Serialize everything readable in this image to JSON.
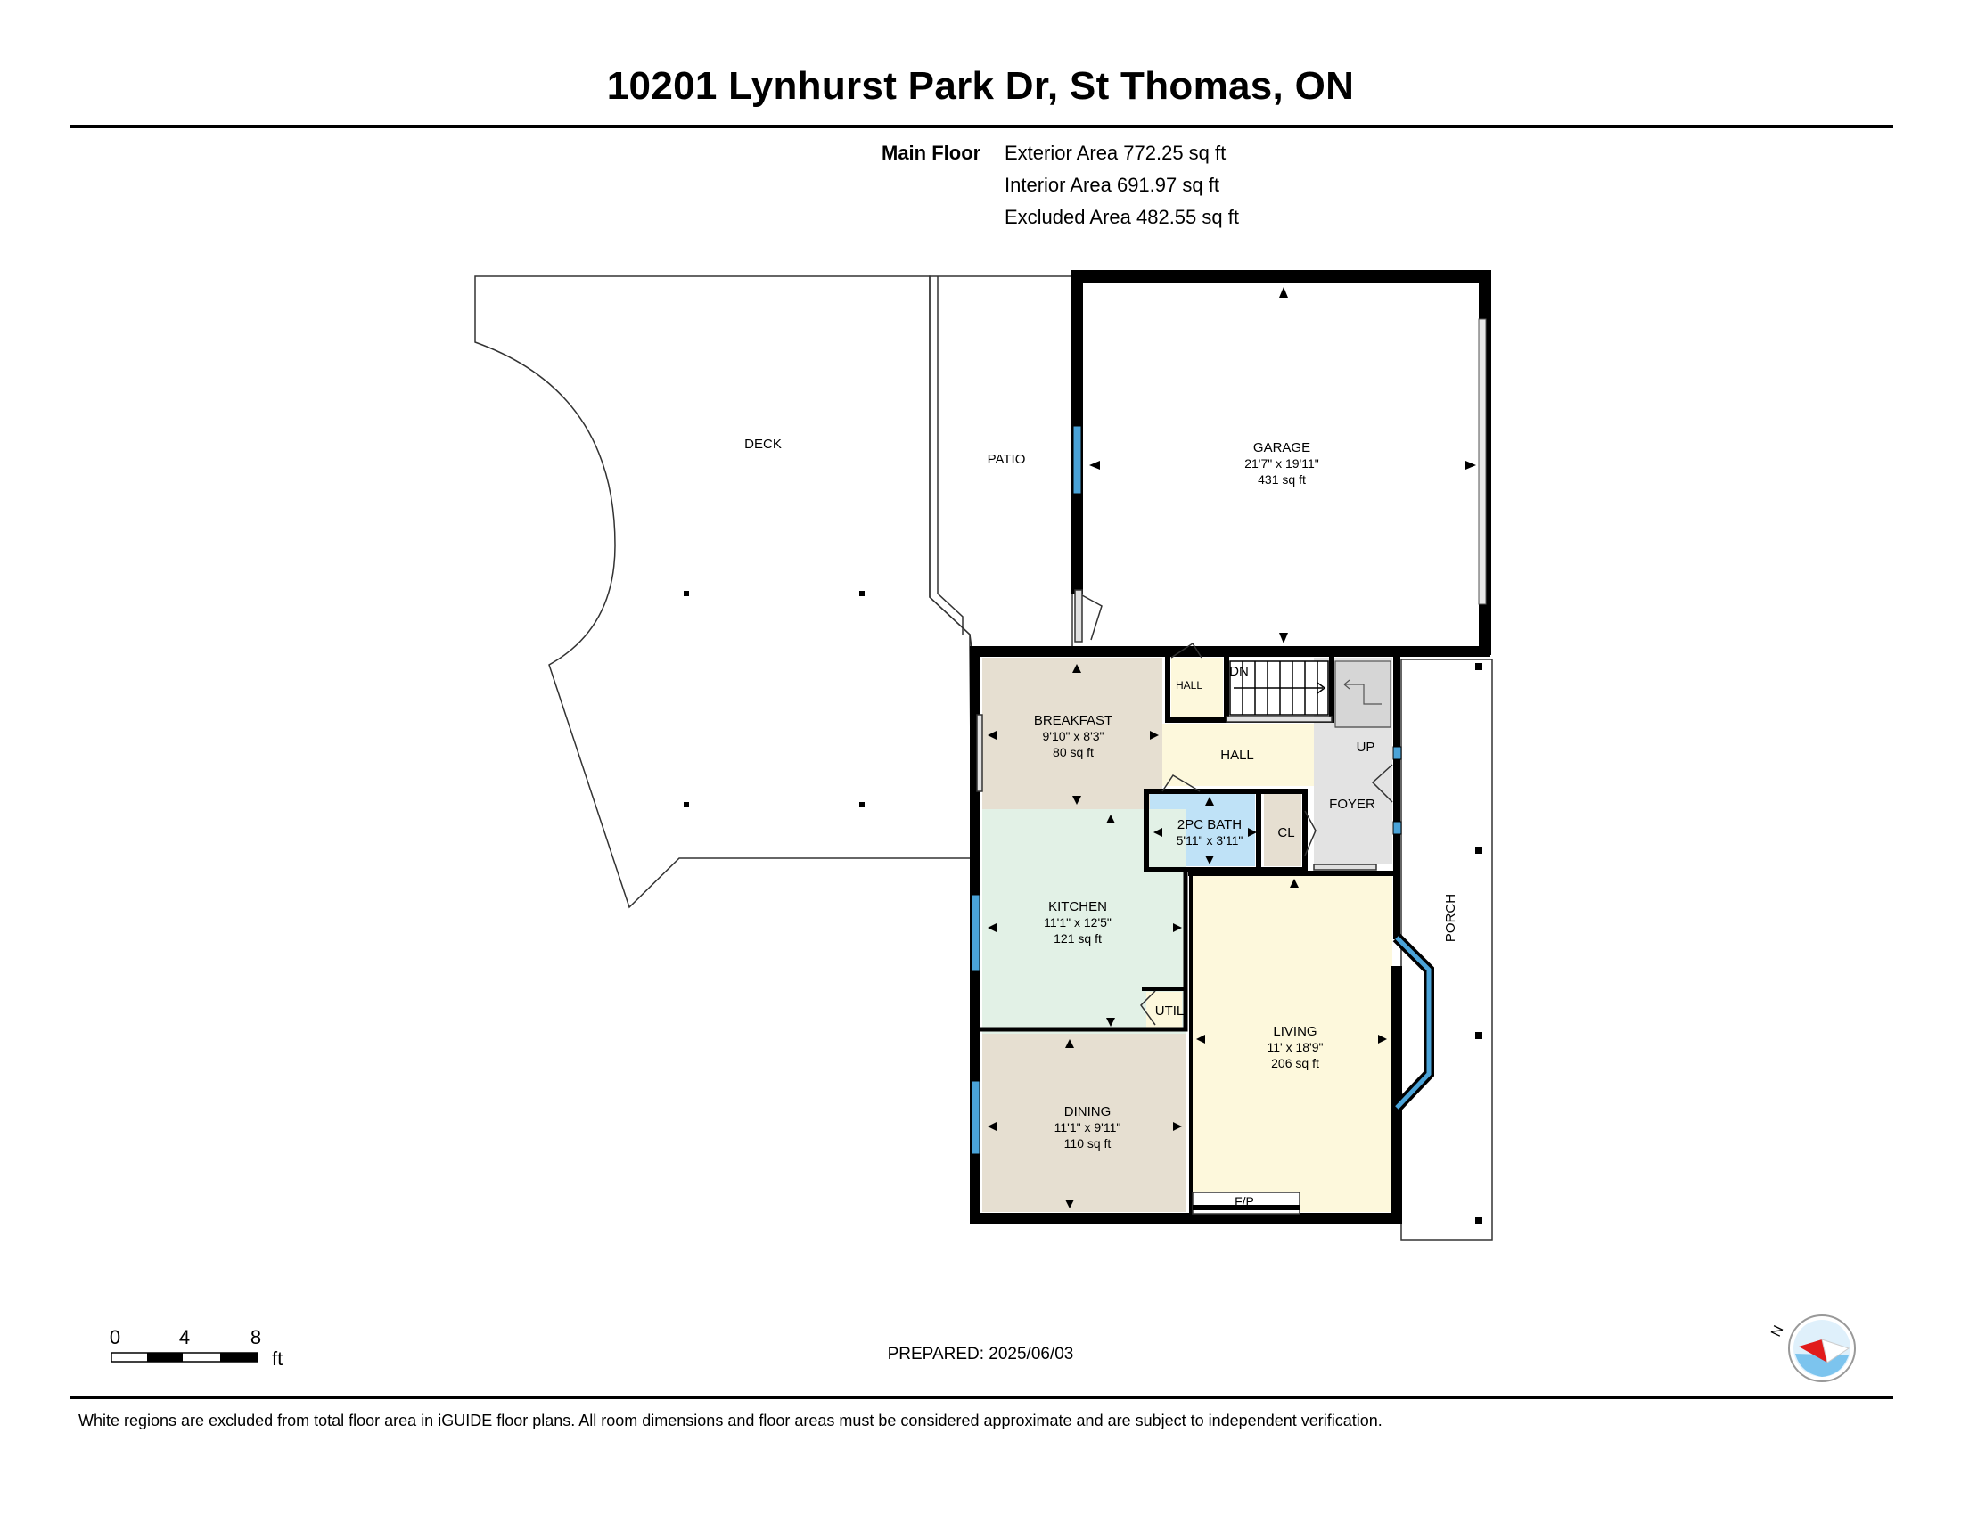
{
  "title": "10201 Lynhurst Park Dr, St Thomas, ON",
  "areas": {
    "floor_label": "Main Floor",
    "exterior": "Exterior Area 772.25 sq ft",
    "interior": "Interior Area 691.97 sq ft",
    "excluded": "Excluded Area 482.55 sq ft"
  },
  "rooms": {
    "deck": "DECK",
    "patio": "PATIO",
    "porch": "PORCH",
    "garage": {
      "name": "GARAGE",
      "dims": "21'7\" x 19'11\"",
      "area": "431 sq ft"
    },
    "breakfast": {
      "name": "BREAKFAST",
      "dims": "9'10\" x 8'3\"",
      "area": "80 sq ft"
    },
    "kitchen": {
      "name": "KITCHEN",
      "dims": "11'1\" x 12'5\"",
      "area": "121 sq ft"
    },
    "dining": {
      "name": "DINING",
      "dims": "11'1\" x 9'11\"",
      "area": "110 sq ft"
    },
    "living": {
      "name": "LIVING",
      "dims": "11' x 18'9\"",
      "area": "206 sq ft"
    },
    "bath": {
      "name": "2PC BATH",
      "dims": "5'11\" x 3'11\""
    },
    "hall_small": "HALL",
    "hall": "HALL",
    "stairs_down": "DN",
    "stairs_up": "UP",
    "foyer": "FOYER",
    "closet": "CL",
    "utility": "UTIL",
    "fireplace": "F/P"
  },
  "scale": {
    "ticks": [
      "0",
      "4",
      "8"
    ],
    "unit": "ft"
  },
  "compass": {
    "label": "N"
  },
  "prepared": "PREPARED: 2025/06/03",
  "disclaimer": "White regions are excluded from total floor area in iGUIDE floor plans. All room dimensions and floor areas must be considered approximate and are subject to independent verification.",
  "colors": {
    "wall": "#000000",
    "window": "#4aa3d8",
    "breakfast": "#e6dfd1",
    "hall": "#fdf8dc",
    "foyer": "#e3e3e3",
    "bath": "#bfe2f7",
    "kitchen": "#e2f1e6",
    "dining": "#e6dfd1",
    "living": "#fdf8dc",
    "closet": "#e6dfd1",
    "utility": "#fdf8dc"
  }
}
